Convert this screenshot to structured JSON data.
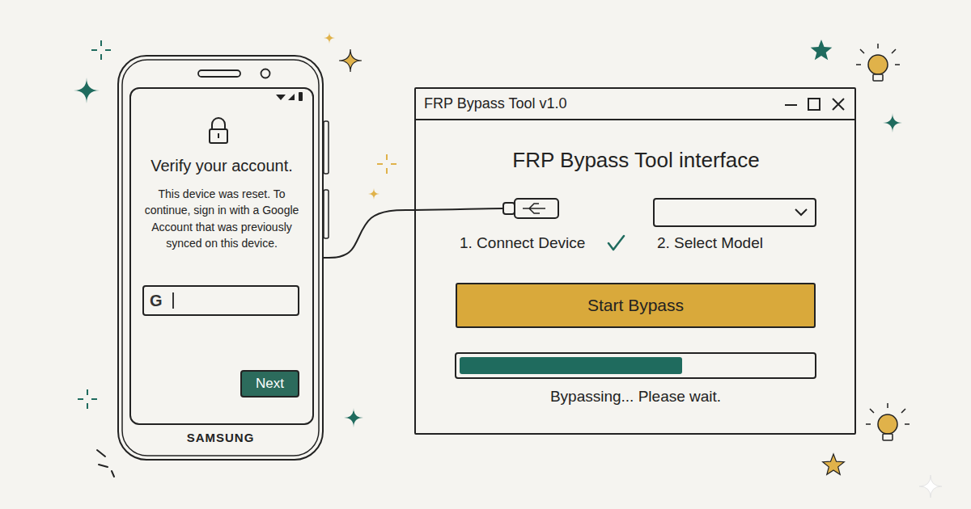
{
  "diagram": {
    "nodes": [
      {
        "text": [
          "SAMSUNG"
        ]
      },
      {
        "text": [
          "Verify your account.",
          "This device was reset. To continue, sign in with a Google Account that was previously synced on this device."
        ],
        "in": 0
      },
      {
        "text": [
          "G"
        ],
        "in": 1
      },
      {
        "text": [
          "Next"
        ],
        "in": 1
      },
      {
        "text": [
          "FRP Bypass Tool v1.0",
          "FRP Bypass Tool interface"
        ]
      },
      {
        "text": [
          "Start Bypass"
        ],
        "in": 4
      }
    ],
    "edges": [
      {
        "from": 0,
        "to": 4,
        "arrow": "none"
      }
    ],
    "labels": [
      "1. Connect Device",
      "2. Select Model",
      "Bypassing... Please wait."
    ]
  }
}
